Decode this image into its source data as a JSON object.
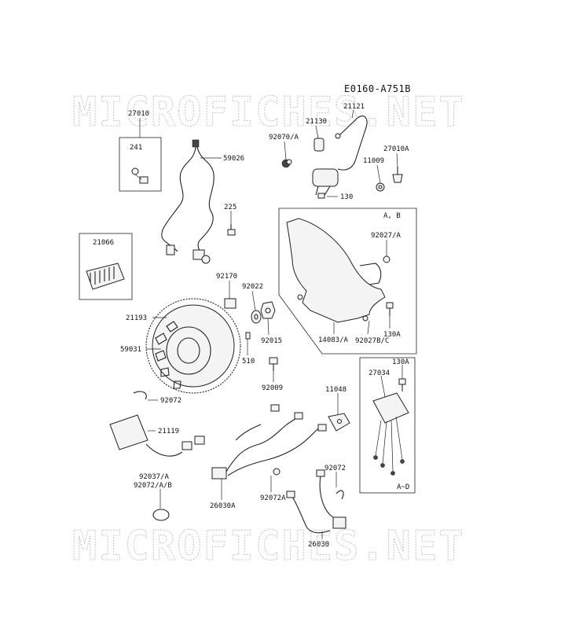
{
  "diagram_id": "E0160-A751B",
  "watermark": "MICROFICHES.NET",
  "group_labels": {
    "ab": "A, B",
    "ad": "A~D"
  },
  "parts": [
    {
      "id": "p27010",
      "label": "27010"
    },
    {
      "id": "p241",
      "label": "241"
    },
    {
      "id": "p59026",
      "label": "59026"
    },
    {
      "id": "p21121",
      "label": "21121"
    },
    {
      "id": "p21130",
      "label": "21130"
    },
    {
      "id": "p92070A",
      "label": "92070/A"
    },
    {
      "id": "p27010A",
      "label": "27010A"
    },
    {
      "id": "p11009",
      "label": "11009"
    },
    {
      "id": "p130a",
      "label": "130"
    },
    {
      "id": "p225",
      "label": "225"
    },
    {
      "id": "p21066",
      "label": "21066"
    },
    {
      "id": "p92027A",
      "label": "92027/A"
    },
    {
      "id": "p92170",
      "label": "92170"
    },
    {
      "id": "p92022",
      "label": "92022"
    },
    {
      "id": "p21193",
      "label": "21193"
    },
    {
      "id": "p92015",
      "label": "92015"
    },
    {
      "id": "p14083A",
      "label": "14083/A"
    },
    {
      "id": "p92027BC",
      "label": "92027B/C"
    },
    {
      "id": "p130A1",
      "label": "130A"
    },
    {
      "id": "p59031",
      "label": "59031"
    },
    {
      "id": "p510",
      "label": "510"
    },
    {
      "id": "p130A2",
      "label": "130A"
    },
    {
      "id": "p27034",
      "label": "27034"
    },
    {
      "id": "p92009",
      "label": "92009"
    },
    {
      "id": "p11048",
      "label": "11048"
    },
    {
      "id": "p92072a",
      "label": "92072"
    },
    {
      "id": "p21119",
      "label": "21119"
    },
    {
      "id": "p92037A",
      "label": "92037/A"
    },
    {
      "id": "p92072AB",
      "label": "92072/A/B"
    },
    {
      "id": "p26030A",
      "label": "26030A"
    },
    {
      "id": "p92072A",
      "label": "92072A"
    },
    {
      "id": "p92072b",
      "label": "92072"
    },
    {
      "id": "p26030",
      "label": "26030"
    }
  ]
}
